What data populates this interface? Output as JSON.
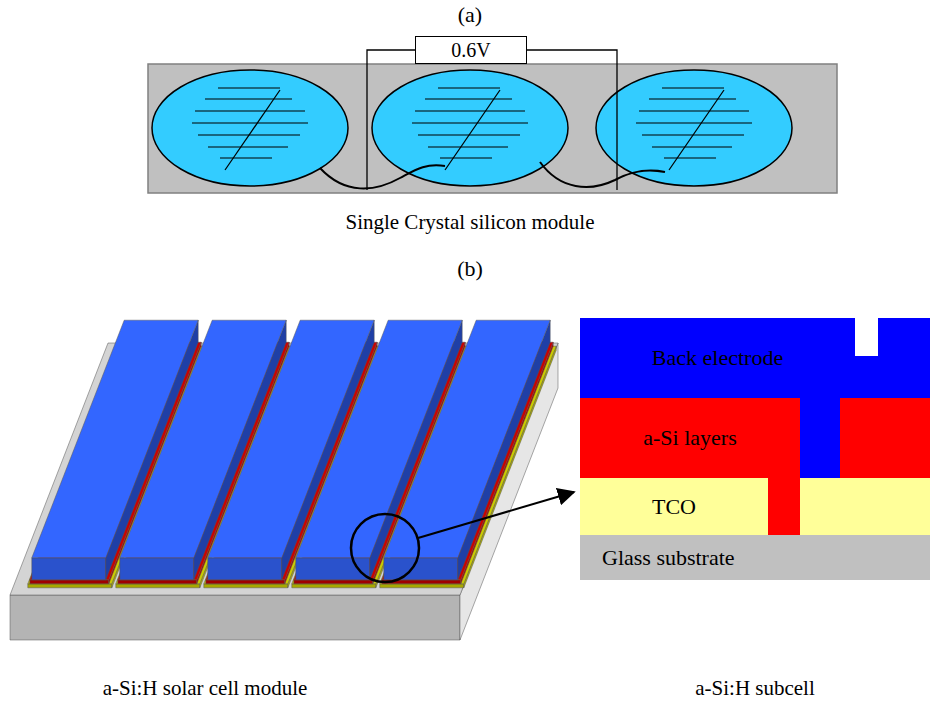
{
  "diagram": {
    "nodes": [
      {
        "text": [
          "0.6V"
        ]
      },
      {
        "text": [
          "Back electrode"
        ]
      },
      {
        "text": [
          "a-Si layers"
        ]
      },
      {
        "text": [
          "TCO"
        ]
      },
      {
        "text": [
          "Glass substrate"
        ]
      }
    ],
    "labels": [
      "(a)",
      "Single Crystal silicon module",
      "(b)",
      "a-Si:H solar cell module",
      "a-Si:H subcell"
    ]
  }
}
